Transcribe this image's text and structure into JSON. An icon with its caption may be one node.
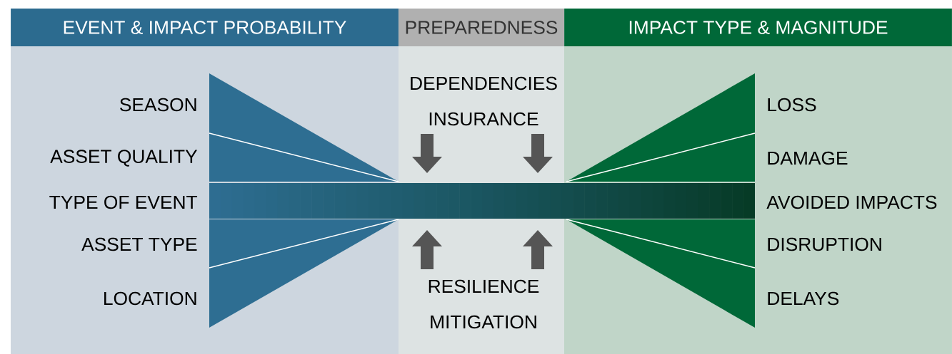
{
  "diagram": {
    "nodes": [
      {
        "text": [
          "EVENT & IMPACT PROBABILITY"
        ]
      },
      {
        "text": [
          "PREPAREDNESS"
        ]
      },
      {
        "text": [
          "IMPACT TYPE & MAGNITUDE"
        ]
      }
    ],
    "labels": [
      "SEASON",
      "ASSET QUALITY",
      "TYPE OF EVENT",
      "ASSET TYPE",
      "LOCATION",
      "DEPENDENCIES",
      "INSURANCE",
      "RESILIENCE",
      "MITIGATION",
      "LOSS",
      "DAMAGE",
      "AVOIDED IMPACTS",
      "DISRUPTION",
      "DELAYS"
    ]
  }
}
